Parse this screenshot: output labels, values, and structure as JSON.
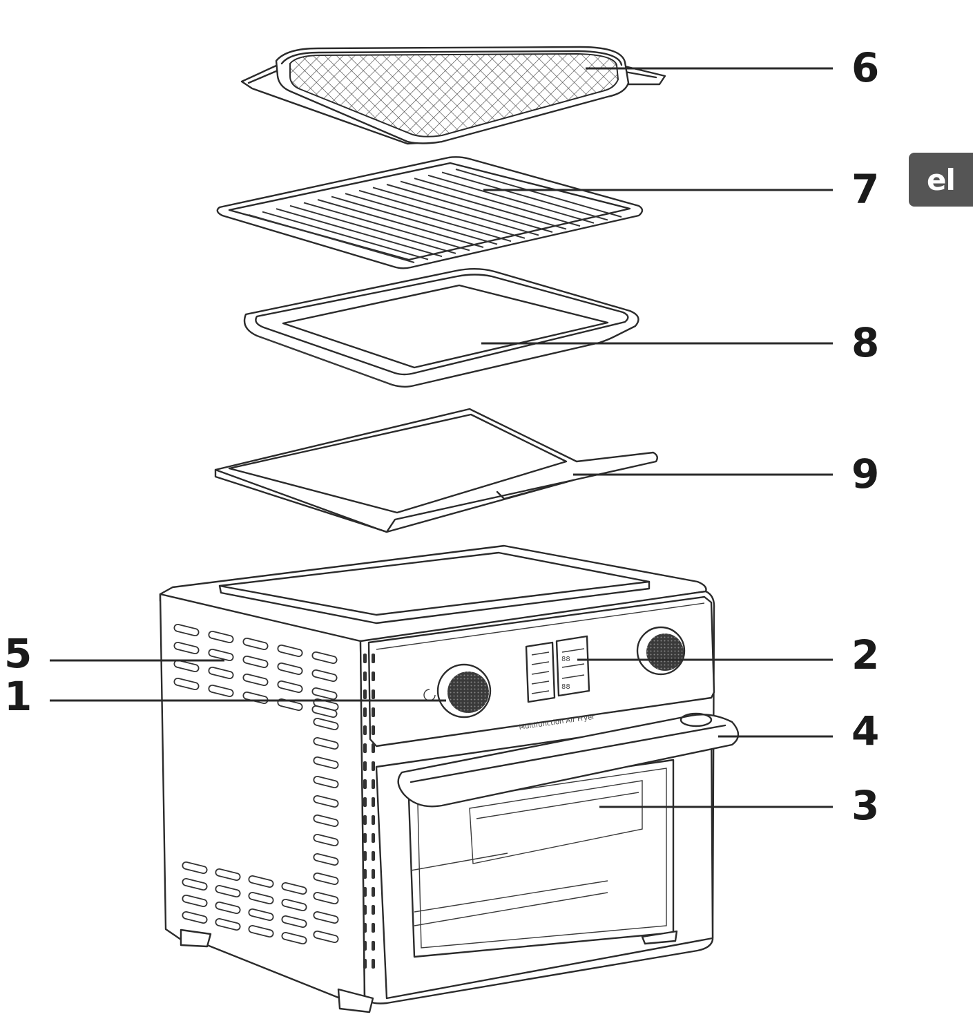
{
  "language_tab": {
    "label": "el"
  },
  "front_panel": {
    "text": "Multifunction Air Fryer"
  },
  "callouts": [
    {
      "number": "6",
      "part": "basket"
    },
    {
      "number": "7",
      "part": "rack"
    },
    {
      "number": "8",
      "part": "tray"
    },
    {
      "number": "9",
      "part": "crumb-tray"
    },
    {
      "number": "2",
      "part": "display"
    },
    {
      "number": "4",
      "part": "handle"
    },
    {
      "number": "3",
      "part": "door"
    },
    {
      "number": "5",
      "part": "vents"
    },
    {
      "number": "1",
      "part": "knob"
    }
  ],
  "colors": {
    "tab_background": "#555555",
    "tab_text": "#ffffff",
    "line": "#2b2b2b"
  }
}
